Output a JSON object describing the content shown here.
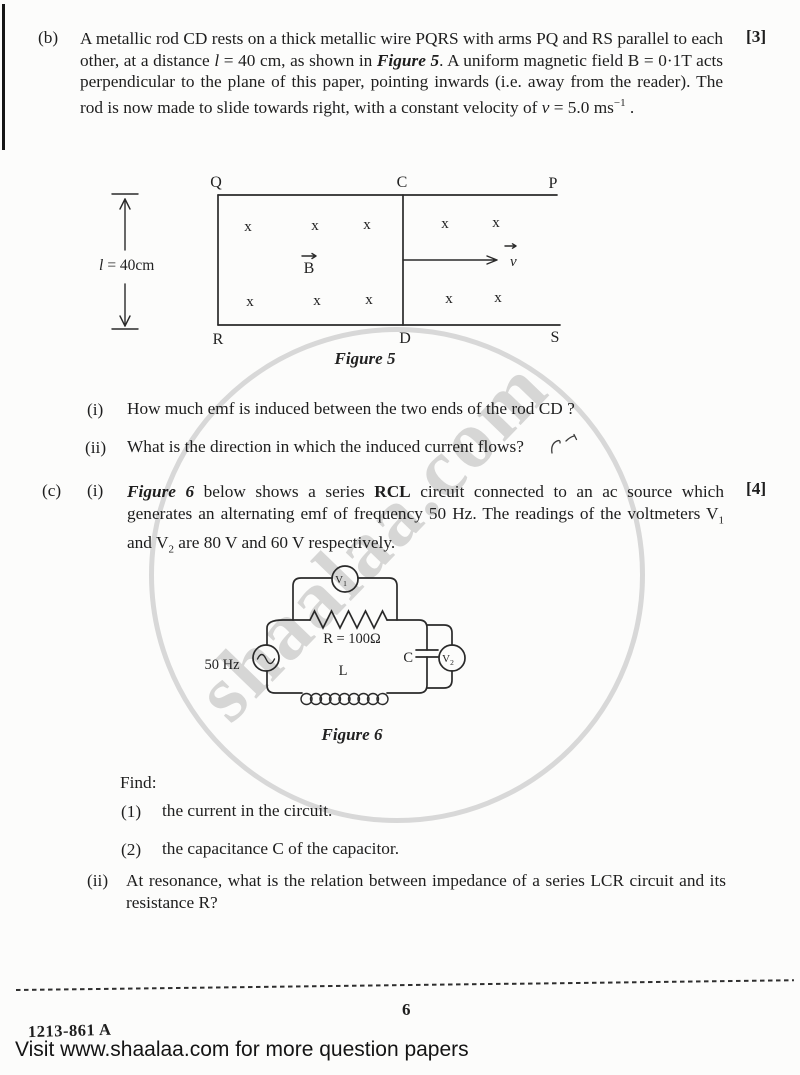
{
  "watermark": {
    "text": "shaalaa.com"
  },
  "q_b": {
    "label": "(b)",
    "marks": "[3]",
    "seg1": "A metallic rod CD rests on a thick metallic wire PQRS with arms PQ and RS parallel to each other, at a distance ",
    "var_l": "l",
    "seg2": " = 40 cm, as shown in ",
    "fig_ref": "Figure 5",
    "seg3": ".  A uniform magnetic field B = 0·1T acts perpendicular to the plane of this paper, pointing inwards (i.e. away from the reader).  The rod is now made to slide towards right, with a constant velocity of ",
    "var_v": "v",
    "seg4": " = 5.0 ms",
    "sup": "−1",
    "seg5": " ."
  },
  "figure5": {
    "caption": "Figure 5",
    "length_var": "l",
    "length_label": "= 40cm",
    "corner_q": "Q",
    "corner_c": "C",
    "corner_p": "P",
    "corner_r": "R",
    "corner_d": "D",
    "corner_s": "S",
    "field_label": "B",
    "velocity_label": "v",
    "x_mark": "x"
  },
  "q_b_i": {
    "label": "(i)",
    "text": "How much emf is induced between the two ends of the rod CD ?"
  },
  "q_b_ii": {
    "label": "(ii)",
    "text": "What is the direction in which the induced current flows?"
  },
  "q_c": {
    "label": "(c)",
    "sub_label": "(i)",
    "marks": "[4]",
    "fig_ref": "Figure 6",
    "seg1": " below shows a series ",
    "rcl": "RCL",
    "seg2": " circuit connected to an ac source which generates an alternating emf of frequency 50 Hz. The readings of the voltmeters V",
    "sub1": "1",
    "seg3": " and V",
    "sub2": "2",
    "seg4": " are 80 V and 60 V respectively."
  },
  "figure6": {
    "caption": "Figure 6",
    "freq_label": "50 Hz",
    "resistor_label": "R = 100Ω",
    "inductor_label": "L",
    "capacitor_label": "C",
    "voltmeter1": "V",
    "voltmeter1_sub": "1",
    "voltmeter2": "V",
    "voltmeter2_sub": "2"
  },
  "find": {
    "heading": "Find:",
    "item1_label": "(1)",
    "item1": "the current in the circuit.",
    "item2_label": "(2)",
    "item2": "the capacitance C of the capacitor."
  },
  "q_c_ii": {
    "label": "(ii)",
    "text": "At resonance, what is the relation between impedance of a series LCR circuit and its resistance R?"
  },
  "footer": {
    "page_number": "6",
    "paper_code": "1213-861 A",
    "promo": "Visit www.shaalaa.com for more question papers"
  }
}
